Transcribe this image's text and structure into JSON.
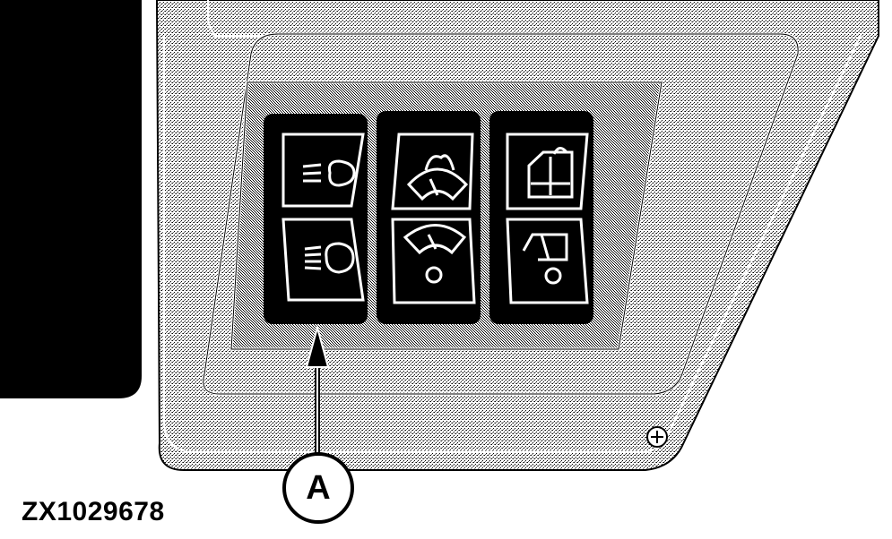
{
  "figure": {
    "id_label": "ZX1029678",
    "callout_label": "A"
  },
  "switch_panel": {
    "switches": [
      {
        "name": "work-light-switch",
        "top_icon": "headlight-low-beam-icon",
        "bottom_icon": "headlight-high-beam-icon",
        "called_out": true
      },
      {
        "name": "windshield-wiper-switch",
        "top_icon": "wiper-washer-icon",
        "bottom_icon": "wiper-intermittent-icon"
      },
      {
        "name": "lower-window-wiper-switch",
        "top_icon": "window-wiper-washer-icon",
        "bottom_icon": "window-wiper-icon"
      }
    ]
  },
  "colors": {
    "ink": "#000000",
    "paper": "#ffffff"
  }
}
